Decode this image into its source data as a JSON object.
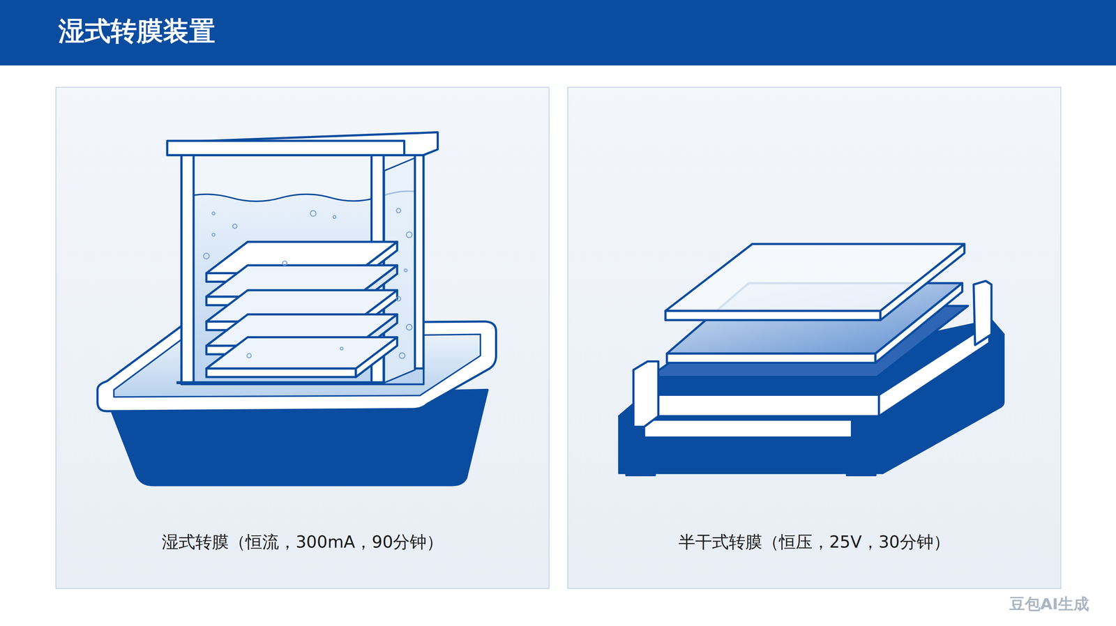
{
  "diagram": {
    "title": "湿式转膜装置",
    "nodes": [
      {
        "text": [
          "湿式转膜（恒流，300mA，90分钟）"
        ]
      },
      {
        "text": [
          "半干式转膜（恒压，25V，30分钟）"
        ]
      }
    ],
    "labels": [
      "豆包AI生成"
    ]
  }
}
